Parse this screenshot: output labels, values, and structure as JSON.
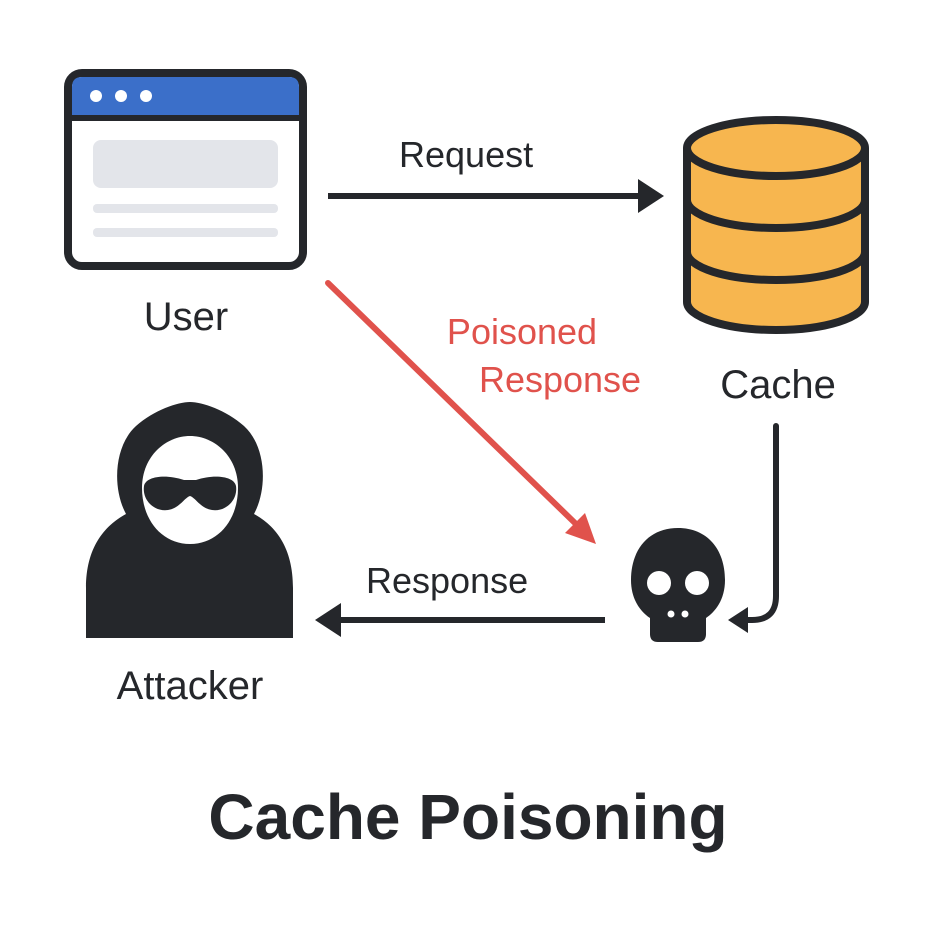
{
  "title": "Cache Poisoning",
  "nodes": {
    "user": {
      "label": "User",
      "icon": "browser-window-icon"
    },
    "cache": {
      "label": "Cache",
      "icon": "database-icon"
    },
    "attacker": {
      "label": "Attacker",
      "icon": "hooded-hacker-icon"
    },
    "payload": {
      "icon": "skull-icon"
    }
  },
  "edges": {
    "request": {
      "label": "Request",
      "from": "user",
      "to": "cache"
    },
    "poisoned": {
      "label_line1": "Poisoned",
      "label_line2": "Response",
      "from": "user",
      "to": "payload"
    },
    "cache_out": {
      "from": "cache",
      "to": "payload"
    },
    "response": {
      "label": "Response",
      "from": "payload",
      "to": "attacker"
    }
  },
  "colors": {
    "ink": "#25272b",
    "browser_bar": "#3b6fc9",
    "placeholder": "#e3e5ea",
    "cache_fill": "#f7b64f",
    "poison_red": "#e0524c",
    "background": "#ffffff"
  }
}
